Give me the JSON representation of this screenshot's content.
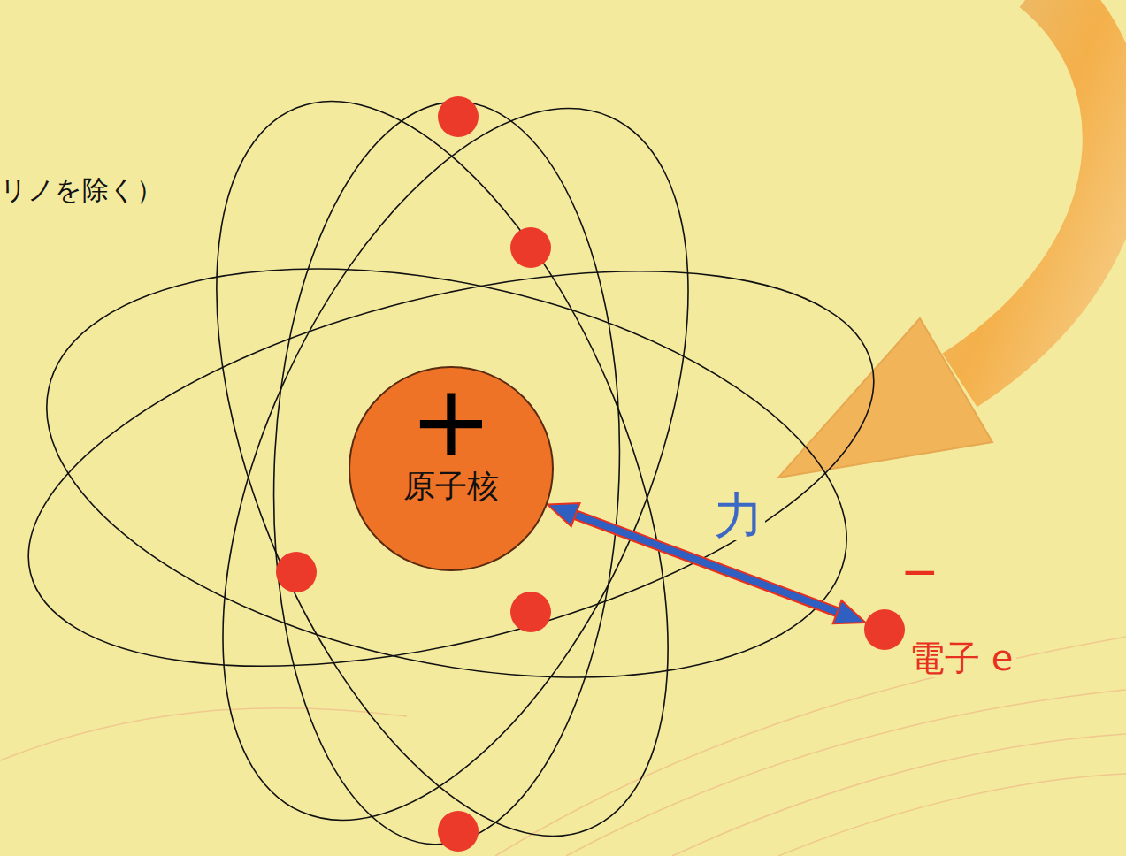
{
  "diagram": {
    "nodes": [
      {
        "text": [
          "+",
          "原子核"
        ]
      },
      {
        "text": [
          "−",
          "電子 e"
        ]
      }
    ],
    "edges": [
      {
        "from": 0,
        "to": 1,
        "arrow": "both",
        "label": "力"
      }
    ],
    "labels": [
      "リノを除く）"
    ]
  }
}
